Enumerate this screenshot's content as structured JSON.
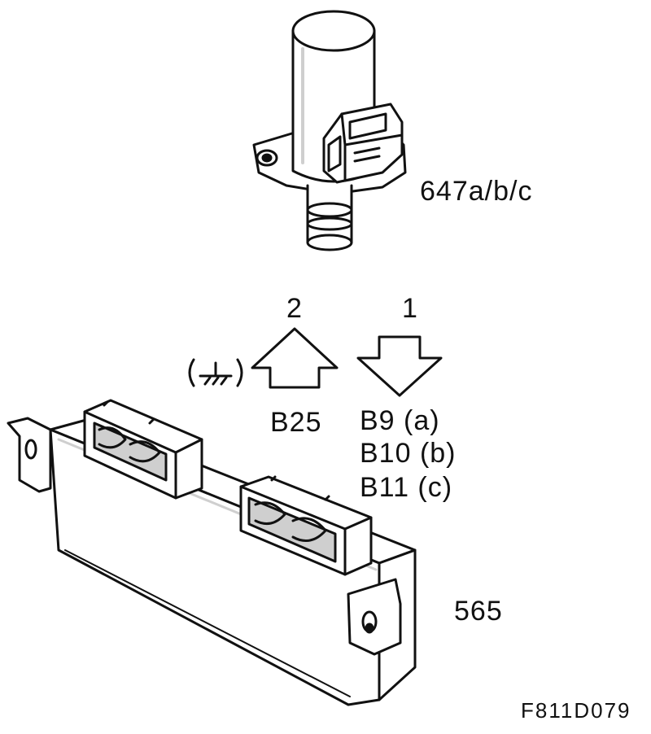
{
  "labels": {
    "sensor_part": "647a/b/c",
    "pin_2": "2",
    "pin_1": "1",
    "pin_2_terminal": "B25",
    "pin_1_terminals": [
      "B9 (a)",
      "B10 (b)",
      "B11 (c)"
    ],
    "module_part": "565",
    "figure_id": "F811D079"
  },
  "arrows": {
    "pin_2_direction": "up",
    "pin_1_direction": "down"
  },
  "icons": {
    "ground": "ground-symbol-icon"
  },
  "colors": {
    "line": "#111111",
    "fill": "#ffffff",
    "shade": "#cfcfcf"
  }
}
